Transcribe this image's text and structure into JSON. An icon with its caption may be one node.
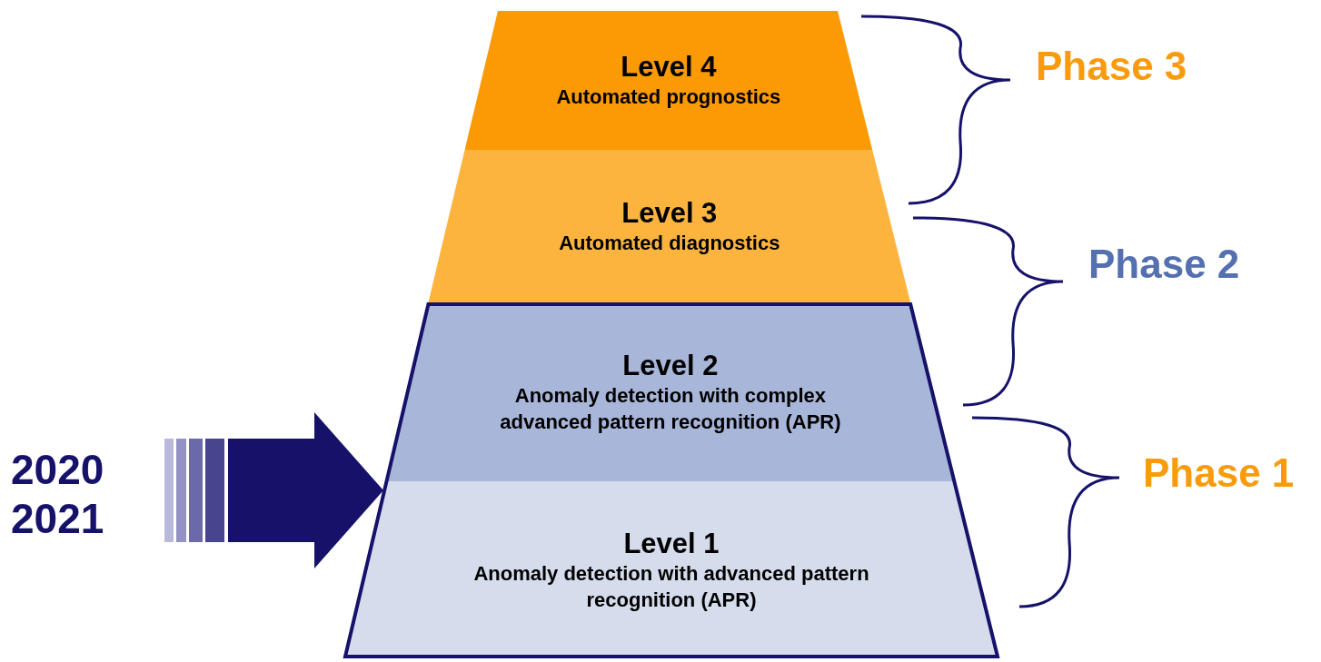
{
  "diagram": {
    "nodes": [
      {
        "text": [
          "Level 4",
          "Automated prognostics"
        ]
      },
      {
        "text": [
          "Level 3",
          "Automated diagnostics"
        ]
      },
      {
        "text": [],
        "shape": "box"
      },
      {
        "text": [
          "Level 2",
          "Anomaly detection with complex advanced pattern recognition (APR)"
        ],
        "in": 2
      },
      {
        "text": [
          "Level 1",
          "Anomaly detection with advanced pattern recognition (APR)"
        ],
        "in": 2
      },
      {
        "text": [
          "2020 2021"
        ]
      }
    ],
    "edges": [
      {
        "from": 5,
        "to": 2,
        "arrow": "to",
        "style": "thick"
      }
    ],
    "labels": [
      "Phase 3",
      "Phase 2",
      "Phase 1"
    ]
  }
}
